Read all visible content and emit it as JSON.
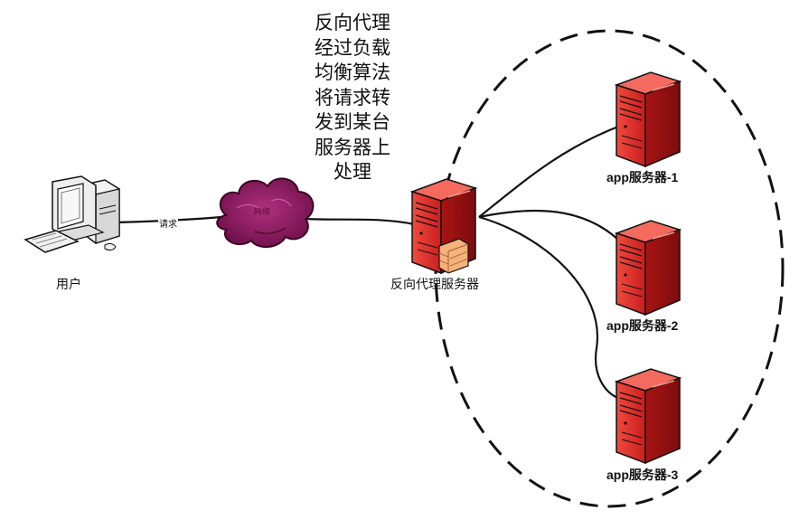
{
  "note_lines": [
    "反向代理",
    "经过负载",
    "均衡算法",
    "将请求转",
    "发到某台",
    "服务器上",
    "处理"
  ],
  "nodes": {
    "user": "用户",
    "request": "请求",
    "network": "网络",
    "proxy": "反向代理服务器",
    "app1": "app服务器-1",
    "app2": "app服务器-2",
    "app3": "app服务器-3"
  },
  "colors": {
    "server_red": "#e02a2a",
    "cloud_purple": "#8b1a5e",
    "line": "#111111"
  }
}
